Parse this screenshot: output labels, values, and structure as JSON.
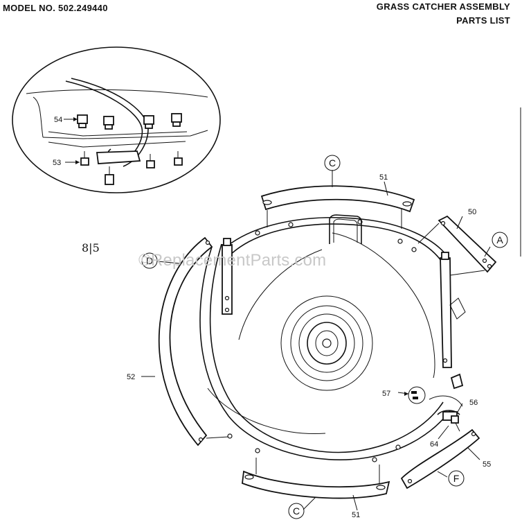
{
  "header": {
    "model_no": "MODEL NO. 502.249440",
    "title_line1": "GRASS CATCHER ASSEMBLY",
    "title_line2": "PARTS LIST"
  },
  "watermark": "©ReplacementParts.com",
  "page_ref": "8|5",
  "callouts": {
    "c_top": "C",
    "c_bottom": "C",
    "a": "A",
    "f": "F",
    "d": "D"
  },
  "part_numbers": {
    "p54": "54",
    "p53": "53",
    "p51_top": "51",
    "p51_bottom": "51",
    "p50": "50",
    "p52": "52",
    "p57": "57",
    "p56": "56",
    "p64": "64",
    "p55": "55"
  }
}
